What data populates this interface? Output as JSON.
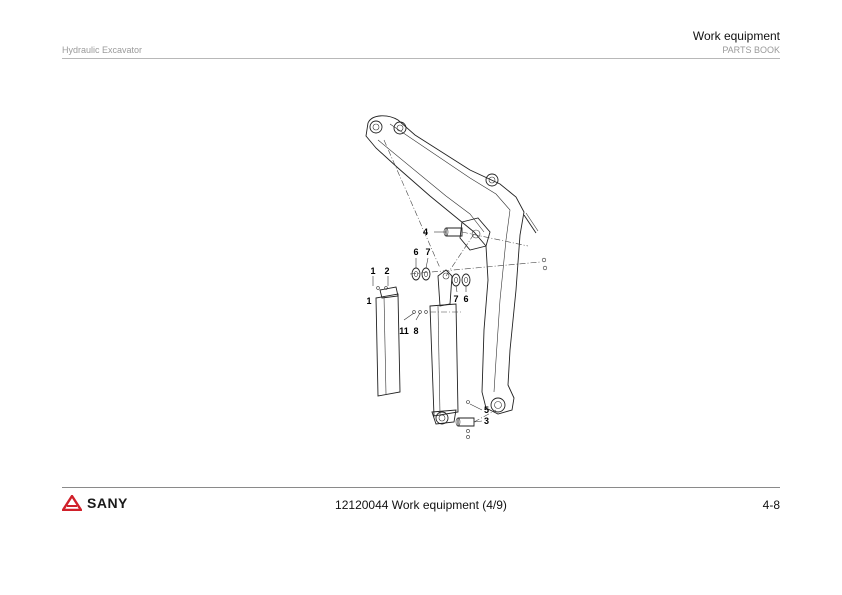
{
  "header": {
    "title": "Work equipment",
    "left": "Hydraulic Excavator",
    "right": "PARTS BOOK"
  },
  "footer": {
    "brand": "SANY",
    "title": "12120044 Work equipment (4/9)",
    "page": "4-8"
  },
  "diagram": {
    "callouts": [
      "1",
      "2",
      "1",
      "11",
      "8",
      "6",
      "7",
      "4",
      "7",
      "6",
      "5",
      "3"
    ]
  }
}
